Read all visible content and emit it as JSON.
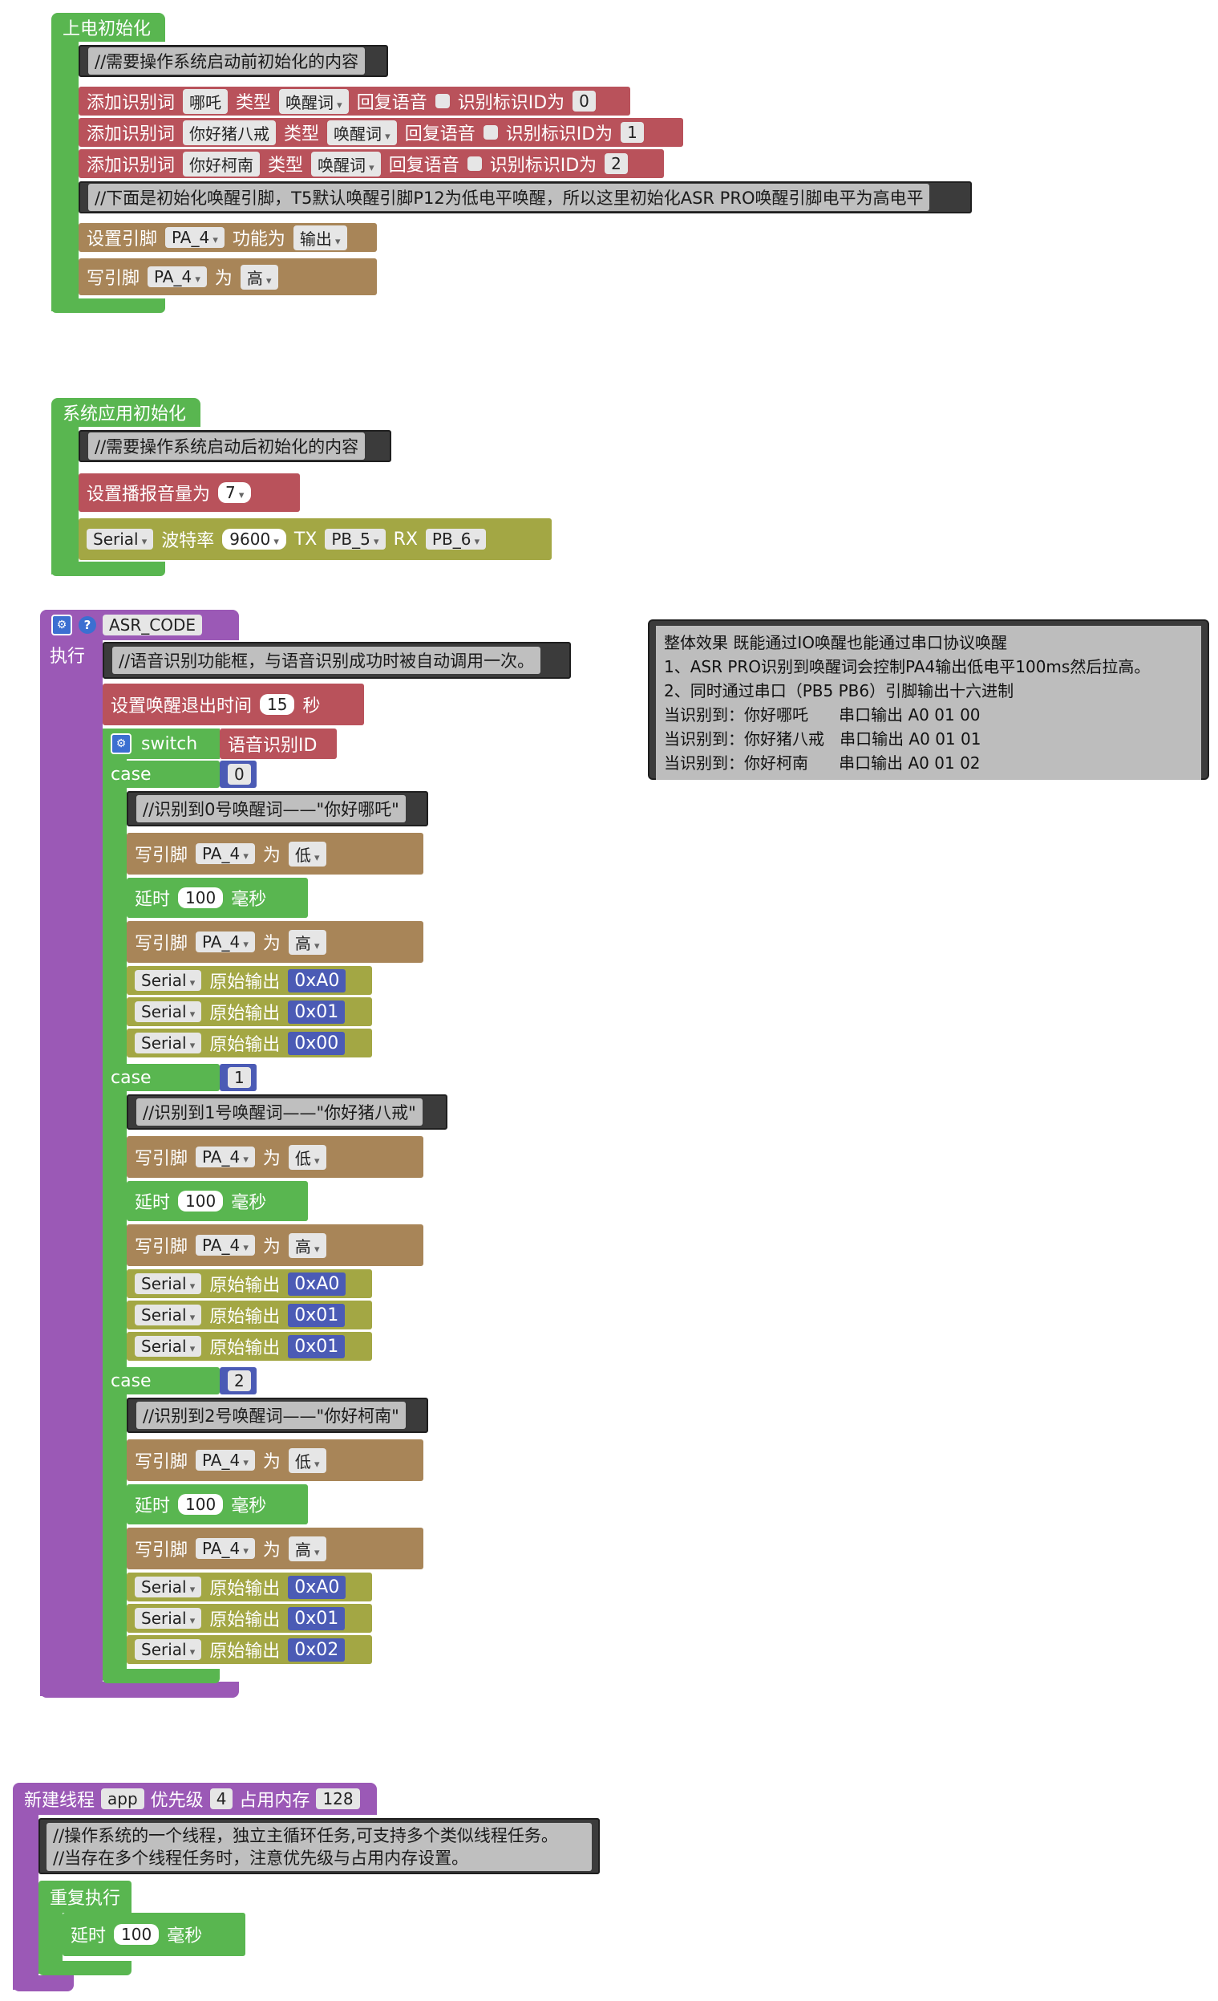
{
  "power_init": {
    "title": "上电初始化",
    "comment": "//需要操作系统启动前初始化的内容",
    "add_words": [
      {
        "label": "添加识别词",
        "word": "哪吒",
        "type_label": "类型",
        "type": "唤醒词",
        "reply_label": "回复语音",
        "id_label": "识别标识ID为",
        "id": "0"
      },
      {
        "label": "添加识别词",
        "word": "你好猪八戒",
        "type_label": "类型",
        "type": "唤醒词",
        "reply_label": "回复语音",
        "id_label": "识别标识ID为",
        "id": "1"
      },
      {
        "label": "添加识别词",
        "word": "你好柯南",
        "type_label": "类型",
        "type": "唤醒词",
        "reply_label": "回复语音",
        "id_label": "识别标识ID为",
        "id": "2"
      }
    ],
    "comment2": "//下面是初始化唤醒引脚，T5默认唤醒引脚P12为低电平唤醒，所以这里初始化ASR PRO唤醒引脚电平为高电平",
    "set_pin": {
      "label": "设置引脚",
      "pin": "PA_4",
      "func_label": "功能为",
      "func": "输出"
    },
    "write_pin": {
      "label": "写引脚",
      "pin": "PA_4",
      "to": "为",
      "level": "高"
    }
  },
  "sys_init": {
    "title": "系统应用初始化",
    "comment": "//需要操作系统启动后初始化的内容",
    "volume": {
      "label": "设置播报音量为",
      "value": "7"
    },
    "serial": {
      "port": "Serial",
      "baud_label": "波特率",
      "baud": "9600",
      "tx_label": "TX",
      "tx": "PB_5",
      "rx_label": "RX",
      "rx": "PB_6"
    }
  },
  "asr": {
    "name": "ASR_CODE",
    "exec_label": "执行",
    "comment": "//语音识别功能框，与语音识别成功时被自动调用一次。",
    "timeout": {
      "label": "设置唤醒退出时间",
      "value": "15",
      "unit": "秒"
    },
    "switch_label": "switch",
    "switch_value": "语音识别ID",
    "cases": [
      {
        "label": "case",
        "value": "0",
        "comment": "//识别到0号唤醒词——\"你好哪吒\"",
        "bytes": [
          "0xA0",
          "0x01",
          "0x00"
        ]
      },
      {
        "label": "case",
        "value": "1",
        "comment": "//识别到1号唤醒词——\"你好猪八戒\"",
        "bytes": [
          "0xA0",
          "0x01",
          "0x01"
        ]
      },
      {
        "label": "case",
        "value": "2",
        "comment": "//识别到2号唤醒词——\"你好柯南\"",
        "bytes": [
          "0xA0",
          "0x01",
          "0x02"
        ]
      }
    ],
    "write_label": "写引脚",
    "pin": "PA_4",
    "to": "为",
    "low": "低",
    "high": "高",
    "delay_label": "延时",
    "delay": "100",
    "ms": "毫秒",
    "serial": "Serial",
    "raw_out": "原始输出"
  },
  "note": "整体效果 既能通过IO唤醒也能通过串口协议唤醒\n1、ASR PRO识别到唤醒词会控制PA4输出低电平100ms然后拉高。\n2、同时通过串口（PB5 PB6）引脚输出十六进制\n当识别到：你好哪吒      串口输出 A0 01 00\n当识别到：你好猪八戒   串口输出 A0 01 01\n当识别到：你好柯南      串口输出 A0 01 02",
  "thread": {
    "label": "新建线程",
    "name": "app",
    "prio_label": "优先级",
    "prio": "4",
    "mem_label": "占用内存",
    "mem": "128",
    "comment1": "//操作系统的一个线程，独立主循环任务,可支持多个类似线程任务。",
    "comment2": "//当存在多个线程任务时，注意优先级与占用内存设置。",
    "repeat": "重复执行",
    "delay_label": "延时",
    "delay": "100",
    "ms": "毫秒"
  },
  "colors": {
    "event": "#59b650",
    "sensor": "#b9525b",
    "pin": "#a88558",
    "serial": "#a3a744",
    "func": "#9b59b6",
    "math": "#4b5bb5",
    "comment": "#3b3b3b"
  }
}
